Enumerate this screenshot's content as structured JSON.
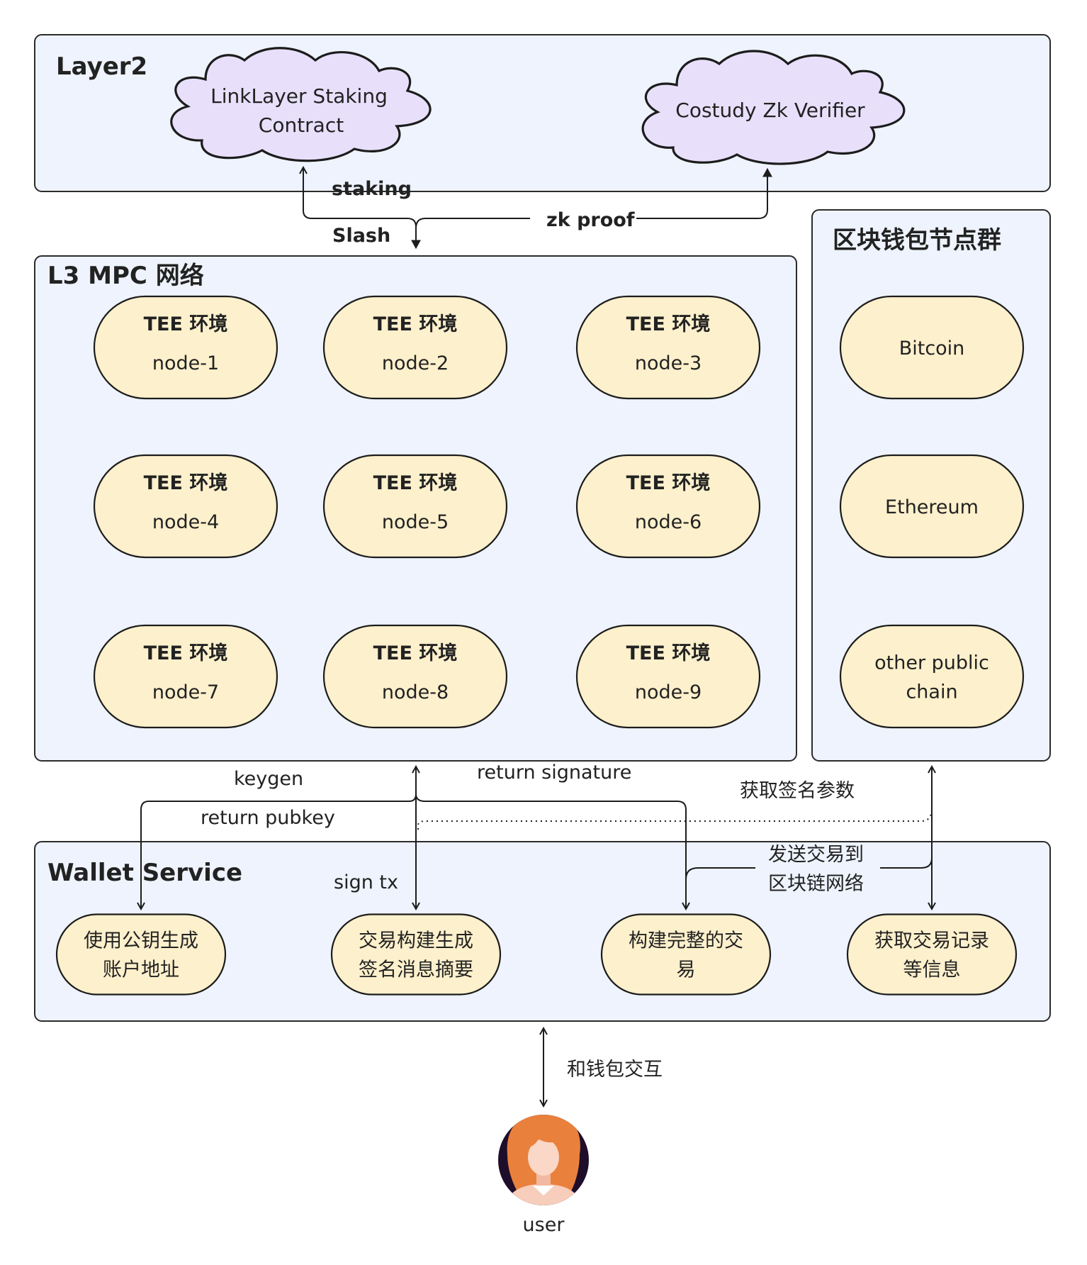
{
  "layer2": {
    "title": "Layer2",
    "staking_contract": [
      "LinkLayer Staking",
      "Contract"
    ],
    "zk_verifier": "Costudy Zk Verifier"
  },
  "links": {
    "staking": "staking",
    "slash": "Slash",
    "zk_proof": "zk proof",
    "keygen": "keygen",
    "return_pubkey": "return pubkey",
    "return_signature": "return signature",
    "sign_tx": "sign tx",
    "get_sign_params": "获取签名参数",
    "send_tx": [
      "发送交易到",
      "区块链网络"
    ],
    "wallet_interact": "和钱包交互"
  },
  "mpc": {
    "title": "L3 MPC 网络",
    "tee_label": "TEE 环境",
    "nodes": [
      "node-1",
      "node-2",
      "node-3",
      "node-4",
      "node-5",
      "node-6",
      "node-7",
      "node-8",
      "node-9"
    ]
  },
  "chains": {
    "title": "区块钱包节点群",
    "items": [
      [
        "Bitcoin"
      ],
      [
        "Ethereum"
      ],
      [
        "other public",
        "chain"
      ]
    ]
  },
  "wallet": {
    "title": "Wallet Service",
    "items": [
      [
        "使用公钥生成",
        "账户地址"
      ],
      [
        "交易构建生成",
        "签名消息摘要"
      ],
      [
        "构建完整的交",
        "易"
      ],
      [
        "获取交易记录",
        "等信息"
      ]
    ]
  },
  "user": {
    "label": "user"
  },
  "colors": {
    "panel_fill": "#eef3fd",
    "cloud_fill": "#e8e0fb",
    "pill_fill": "#fdf0cc",
    "stroke": "#1c1c1c",
    "avatar_bg": "#1f0e2a",
    "avatar_hair": "#e9803c"
  }
}
